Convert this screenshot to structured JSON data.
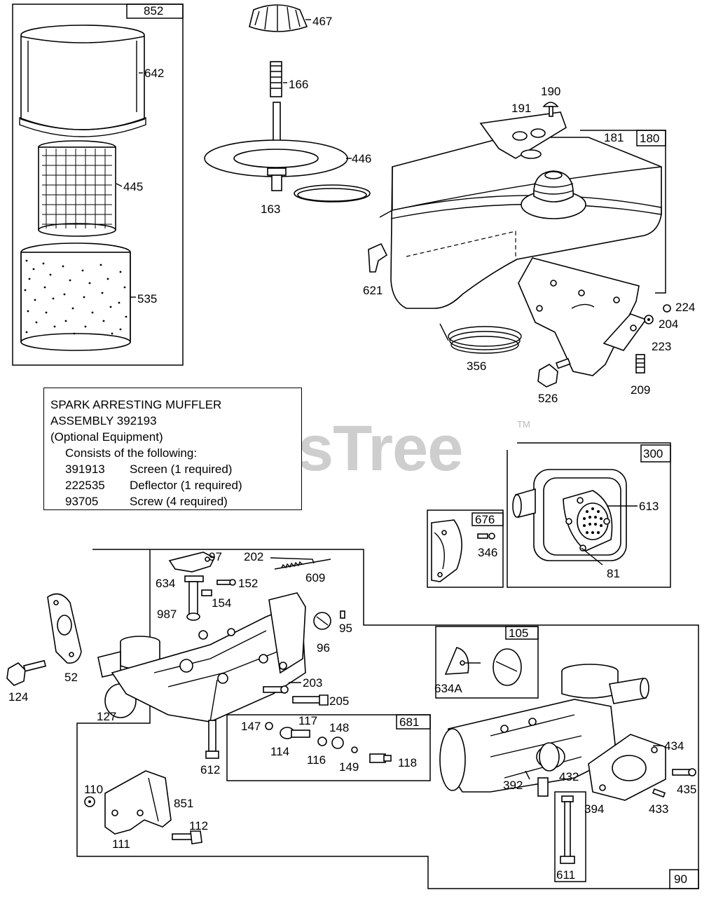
{
  "watermark": {
    "text": "PartsTree",
    "tm": "TM"
  },
  "note": {
    "line1": "SPARK ARRESTING MUFFLER",
    "line2": "ASSEMBLY 392193",
    "line3": "(Optional Equipment)",
    "line4": "Consists of the following:",
    "items": [
      {
        "part": "391913",
        "desc": "Screen (1 required)"
      },
      {
        "part": "222535",
        "desc": "Deflector (1 required)"
      },
      {
        "part": "93705",
        "desc": "Screw (4 required)"
      }
    ]
  },
  "group_labels": {
    "air_cleaner": "852",
    "fuel_tank": "180",
    "muffler": "300",
    "muffler_guard": "676",
    "carburetor": "90",
    "choke_kit": "681",
    "cap_kit": "105"
  },
  "callouts": {
    "c642": "642",
    "c445": "445",
    "c535": "535",
    "c467": "467",
    "c166": "166",
    "c446": "446",
    "c163": "163",
    "c190": "190",
    "c191": "191",
    "c181": "181",
    "c621": "621",
    "c224": "224",
    "c204": "204",
    "c223": "223",
    "c356": "356",
    "c526": "526",
    "c209": "209",
    "c613": "613",
    "c81": "81",
    "c346": "346",
    "c202": "202",
    "c97": "97",
    "c609": "609",
    "c634": "634",
    "c152": "152",
    "c154": "154",
    "c987": "987",
    "c95": "95",
    "c96": "96",
    "c52": "52",
    "c124": "124",
    "c127": "127",
    "c203": "203",
    "c205": "205",
    "c612": "612",
    "c147": "147",
    "c117": "117",
    "c148": "148",
    "c114": "114",
    "c116": "116",
    "c149": "149",
    "c118": "118",
    "c110": "110",
    "c851": "851",
    "c112": "112",
    "c111": "111",
    "c634a": "634A",
    "c434": "434",
    "c435": "435",
    "c392": "392",
    "c432": "432",
    "c394": "394",
    "c433": "433",
    "c611": "611"
  }
}
